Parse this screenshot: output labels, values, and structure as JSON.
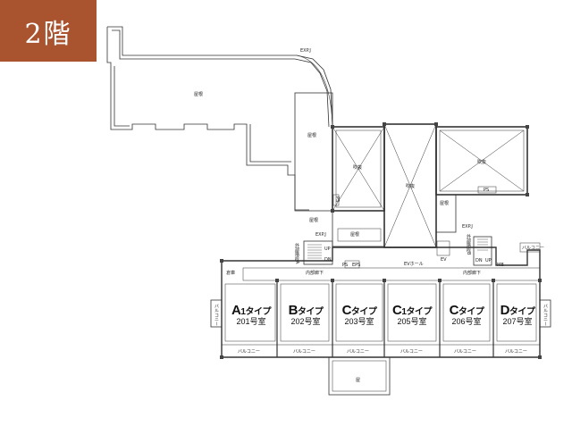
{
  "floor_badge": "2階",
  "labels": {
    "roof_main": "屋根",
    "roof_mid": "屋根",
    "roof_mid2": "屋根",
    "roof_right": "屋根",
    "roof_bottom": "屋根",
    "void_left": "吹抜",
    "void_center": "吹抜",
    "void_right": "吹抜",
    "expj_top": "EXP.J",
    "expj_left": "EXP.J",
    "expj_right": "EXP.J",
    "ev_hall": "EVホール",
    "corridor_left": "内部廊下",
    "corridor_right": "内部廊下",
    "stair_left": "外部階段A",
    "stair_right": "外部階段B",
    "up": "UP",
    "dn": "DN",
    "up2": "UP",
    "dn2": "DN",
    "ps": "PS",
    "ps2": "PS",
    "ps3": "PS",
    "eps": "EPS",
    "mb": "MB",
    "ev": "EV",
    "storage": "倉庫",
    "roof_south": "屋",
    "balcony_west": "バルコニー",
    "balcony_east": "バルコニー",
    "balcony_ne": "バルコニー"
  },
  "units": [
    {
      "type_main": "A",
      "type_sub": "1",
      "type_suffix": "タイプ",
      "room": "201号室"
    },
    {
      "type_main": "B",
      "type_sub": "",
      "type_suffix": "タイプ",
      "room": "202号室"
    },
    {
      "type_main": "C",
      "type_sub": "",
      "type_suffix": "タイプ",
      "room": "203号室"
    },
    {
      "type_main": "C",
      "type_sub": "1",
      "type_suffix": "タイプ",
      "room": "205号室"
    },
    {
      "type_main": "C",
      "type_sub": "",
      "type_suffix": "タイプ",
      "room": "206号室"
    },
    {
      "type_main": "D",
      "type_sub": "",
      "type_suffix": "タイプ",
      "room": "207号室"
    }
  ],
  "balconies": [
    "バルコニー",
    "バルコニー",
    "バルコニー",
    "バルコニー",
    "バルコニー",
    "バルコニー"
  ]
}
